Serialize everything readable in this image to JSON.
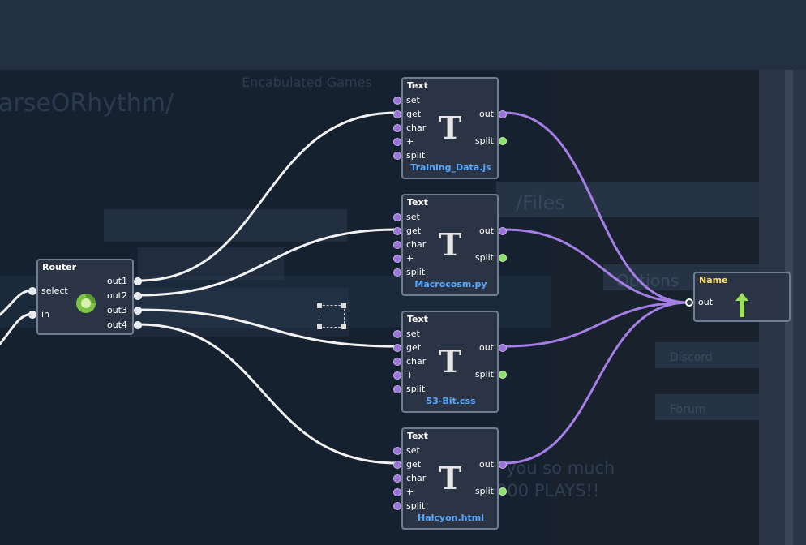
{
  "background": {
    "title_fragment": "arseORhythm/",
    "studio_name": "Encabulated Games",
    "files_heading": "/Files",
    "options_heading": "Options",
    "discord_label": "Discord",
    "forum_label": "Forum",
    "thanks_text": "you so much",
    "plays_text": "000 PLAYS!!"
  },
  "router": {
    "title": "Router",
    "inputs": [
      "select",
      "in"
    ],
    "outputs": [
      "out1",
      "out2",
      "out3",
      "out4"
    ],
    "icon": "router-cycle-icon"
  },
  "text_nodes": [
    {
      "title": "Text",
      "inputs": [
        "set",
        "get",
        "char",
        "+",
        "split"
      ],
      "outputs": [
        "out",
        "split"
      ],
      "glyph": "T",
      "filename": "Training_Data.js"
    },
    {
      "title": "Text",
      "inputs": [
        "set",
        "get",
        "char",
        "+",
        "split"
      ],
      "outputs": [
        "out",
        "split"
      ],
      "glyph": "T",
      "filename": "Macrocosm.py"
    },
    {
      "title": "Text",
      "inputs": [
        "set",
        "get",
        "char",
        "+",
        "split"
      ],
      "outputs": [
        "out",
        "split"
      ],
      "glyph": "T",
      "filename": "53-Bit.css"
    },
    {
      "title": "Text",
      "inputs": [
        "set",
        "get",
        "char",
        "+",
        "split"
      ],
      "outputs": [
        "out",
        "split"
      ],
      "glyph": "T",
      "filename": "Halcyon.html"
    }
  ],
  "name_node": {
    "title": "Name",
    "inputs": [
      "out"
    ],
    "icon": "up-arrow-icon"
  },
  "colors": {
    "wire_white": "#f2f2f2",
    "wire_purple": "#a57ee6",
    "pin_green": "#8fe06a",
    "filename_blue": "#5aa7ff",
    "name_title_yellow": "#ffe070"
  }
}
